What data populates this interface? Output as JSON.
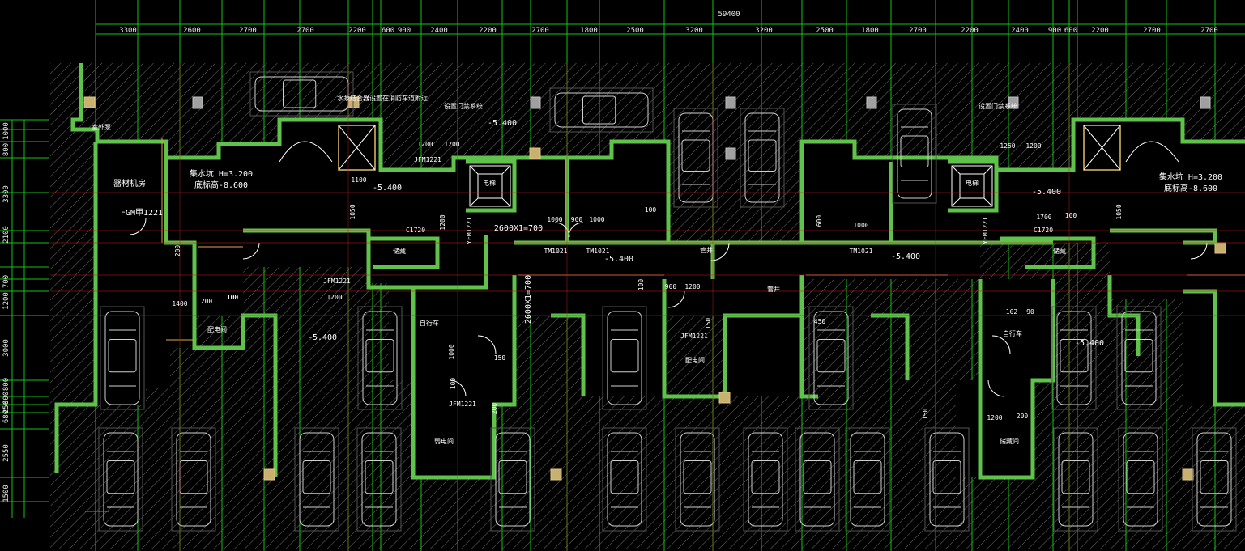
{
  "drawing": {
    "total_dimension": "59400",
    "top_dimensions": [
      "3300",
      "2600",
      "2700",
      "2700",
      "2200",
      "600",
      "900",
      "2400",
      "2200",
      "2700",
      "1800",
      "2500",
      "3200",
      "3200",
      "2500",
      "1800",
      "2700",
      "2200",
      "2400",
      "900",
      "600",
      "2200",
      "2700",
      "2700"
    ],
    "left_dimensions": [
      "1000",
      "800",
      "3300",
      "2100",
      "700",
      "1200",
      "3000",
      "800",
      "600",
      "250",
      "680",
      "2550",
      "1500"
    ],
    "room_labels": [
      {
        "id": "pump-room",
        "text": "室外泵"
      },
      {
        "id": "equip-room",
        "text": "器材机房"
      },
      {
        "id": "fgm",
        "text": "FGM甲1221"
      },
      {
        "id": "sump-left",
        "text": "集水坑 H=3.200"
      },
      {
        "id": "sump-left-b",
        "text": "底标高-8.600"
      },
      {
        "id": "sump-right",
        "text": "集水坑 H=3.200"
      },
      {
        "id": "sump-right-b",
        "text": "底标高-8.600"
      },
      {
        "id": "note-top",
        "text": "水泵结合器设置在消防车道附近"
      },
      {
        "id": "door-note-1",
        "text": "设置门禁系统"
      },
      {
        "id": "door-note-2",
        "text": "设置门禁系统"
      },
      {
        "id": "elev-a",
        "text": "-5.400"
      },
      {
        "id": "elev-b",
        "text": "-5.400"
      },
      {
        "id": "elev-c",
        "text": "-5.400"
      },
      {
        "id": "elev-d",
        "text": "-5.400"
      },
      {
        "id": "elev-e",
        "text": "-5.400"
      },
      {
        "id": "elev-f",
        "text": "-5.400"
      },
      {
        "id": "elev-g",
        "text": "-5.400"
      },
      {
        "id": "stair-1",
        "text": "2600X1=700"
      },
      {
        "id": "stair-2",
        "text": "2600X1=700"
      },
      {
        "id": "lift-1",
        "text": "电梯"
      },
      {
        "id": "lift-2",
        "text": "电梯"
      },
      {
        "id": "storage",
        "text": "储藏"
      },
      {
        "id": "storage-2",
        "text": "储藏"
      },
      {
        "id": "bike",
        "text": "自行车"
      },
      {
        "id": "bike-2",
        "text": "自行车"
      },
      {
        "id": "electric",
        "text": "配电间"
      },
      {
        "id": "electric-2",
        "text": "配电间"
      },
      {
        "id": "pipe",
        "text": "管井"
      },
      {
        "id": "pipe-2",
        "text": "管井"
      },
      {
        "id": "weak",
        "text": "弱电间"
      },
      {
        "id": "storage-3",
        "text": "储藏间"
      }
    ],
    "door_codes": [
      "JFM1221",
      "TM1021",
      "TM1021",
      "TM1021",
      "YFM1221",
      "YFM1221",
      "JFM1221",
      "JFM1221",
      "JFM1221",
      "C1720",
      "C1720"
    ],
    "small_dims": [
      "1200",
      "1200",
      "1100",
      "1200",
      "1050",
      "1000",
      "900",
      "1000",
      "100",
      "600",
      "1000",
      "1250",
      "1200",
      "1700",
      "100",
      "1050",
      "200",
      "100",
      "1400",
      "200",
      "100",
      "1200",
      "900",
      "1200",
      "150",
      "1000",
      "150",
      "450",
      "100",
      "200",
      "102",
      "90",
      "1200",
      "200",
      "100",
      "150"
    ],
    "colors": {
      "background": "#000000",
      "wall": "#5fc24a",
      "grid": "#18c018",
      "hatch": "#7a7a7a",
      "dimension": "#e8e8e8",
      "column": "#c8b070"
    }
  }
}
